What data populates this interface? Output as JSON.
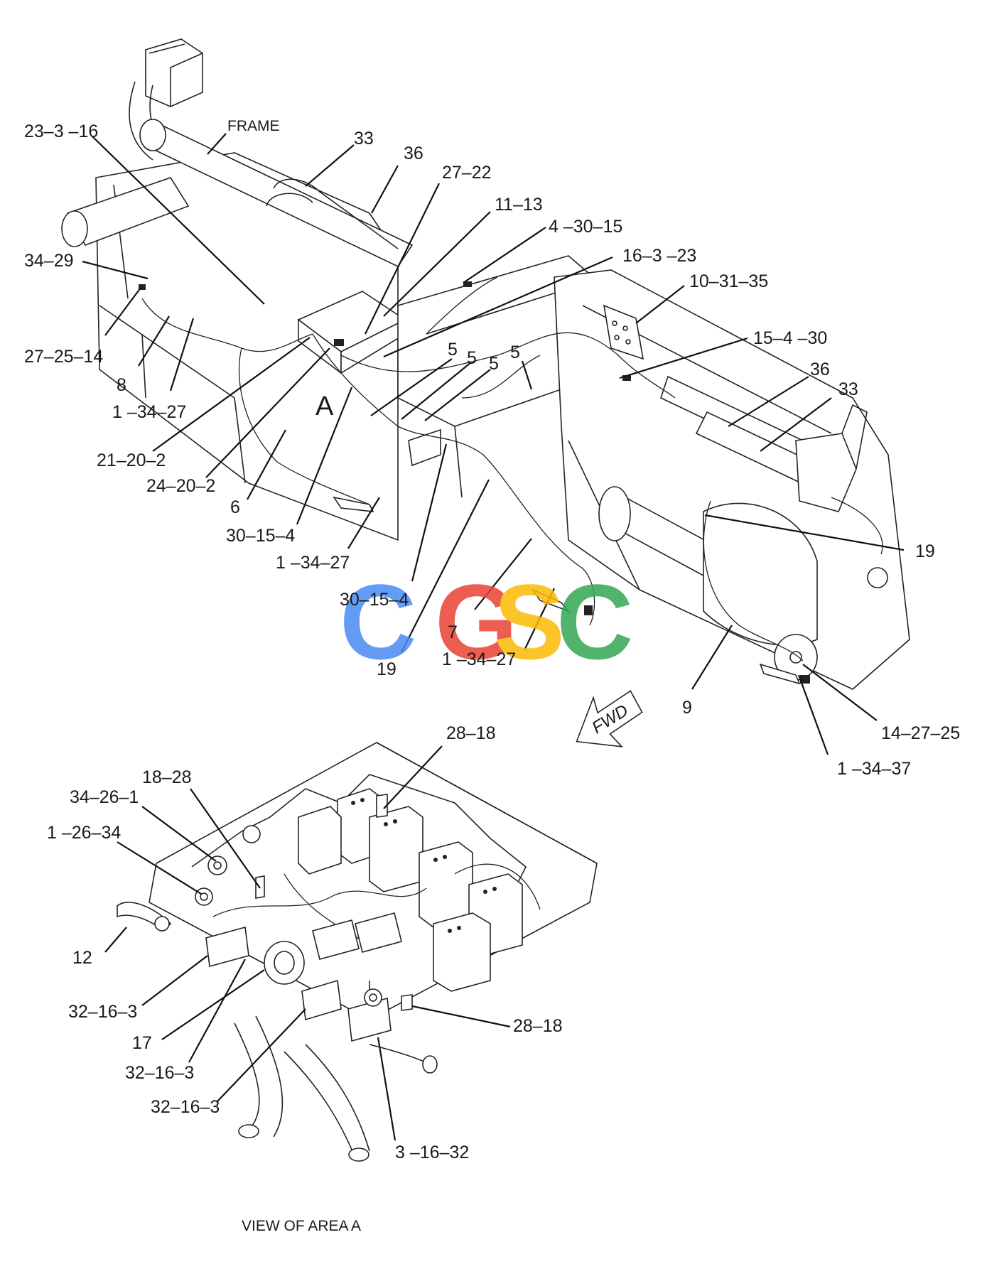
{
  "area_label": "A",
  "frame_label": "FRAME",
  "fwd_label": "FWD",
  "view_caption": "VIEW OF AREA A",
  "watermark": {
    "letters": [
      "C",
      "G",
      "S",
      "C"
    ],
    "colors": [
      "#4a8af4",
      "#ea4335",
      "#fbbc05",
      "#34a853"
    ]
  },
  "callouts": {
    "c_23_3_16": "23–3 –16",
    "c_33_a": "33",
    "c_36_a": "36",
    "c_27_22": "27–22",
    "c_11_13": "11–13",
    "c_4_30_15": "4 –30–15",
    "c_16_3_23": "16–3 –23",
    "c_10_31_35": "10–31–35",
    "c_34_29": "34–29",
    "c_27_25_14": "27–25–14",
    "c_8": "8",
    "c_1_34_27_a": "1 –34–27",
    "c_21_20_2": "21–20–2",
    "c_24_20_2": "24–20–2",
    "c_6": "6",
    "c_30_15_4_a": "30–15–4",
    "c_1_34_27_b": "1 –34–27",
    "c_30_15_4_b": "30–15–4",
    "c_19_a": "19",
    "c_7": "7",
    "c_1_34_27_c": "1 –34–27",
    "c_5_a": "5",
    "c_5_b": "5",
    "c_5_c": "5",
    "c_5_d": "5",
    "c_15_4_30": "15–4 –30",
    "c_36_b": "36",
    "c_33_b": "33",
    "c_19_b": "19",
    "c_9": "9",
    "c_14_27_25": "14–27–25",
    "c_1_34_37": "1 –34–37",
    "c_28_18_a": "28–18",
    "c_18_28": "18–28",
    "c_34_26_1": "34–26–1",
    "c_1_26_34": "1 –26–34",
    "c_12": "12",
    "c_32_16_3_a": "32–16–3",
    "c_17": "17",
    "c_32_16_3_b": "32–16–3",
    "c_32_16_3_c": "32–16–3",
    "c_28_18_b": "28–18",
    "c_3_16_32": "3 –16–32"
  }
}
